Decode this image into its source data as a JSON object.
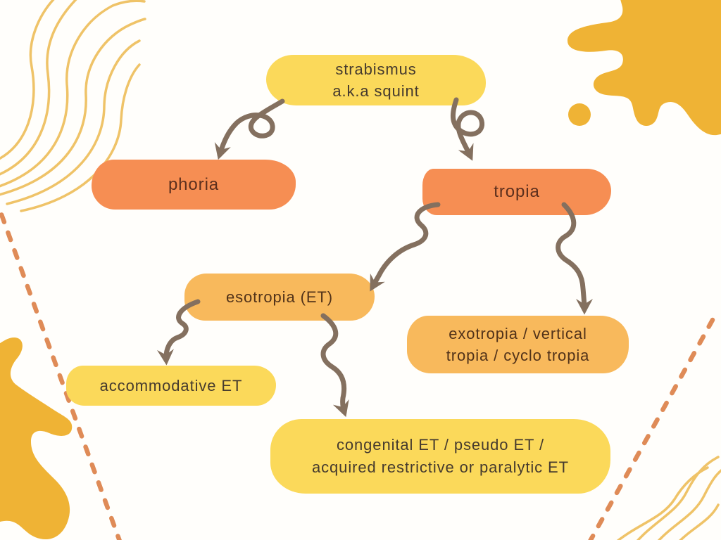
{
  "diagram": {
    "topic": "strabismus classification mind map",
    "nodes": {
      "strabismus": {
        "line1": "strabismus",
        "line2": "a.k.a squint",
        "fill": "#fbd95a"
      },
      "phoria": {
        "line1": "phoria",
        "fill": "#f68e53"
      },
      "tropia": {
        "line1": "tropia",
        "fill": "#f68e53"
      },
      "esotropia": {
        "line1": "esotropia (ET)",
        "fill": "#f8b95c"
      },
      "exotropia": {
        "line1": "exotropia / vertical",
        "line2": "tropia / cyclo tropia",
        "fill": "#f8b95c"
      },
      "accommodative": {
        "line1": "accommodative ET",
        "fill": "#fbd95a"
      },
      "congenital": {
        "line1": "congenital ET / pseudo ET /",
        "line2": "acquired restrictive or paralytic ET",
        "fill": "#fbd95a"
      }
    },
    "edges": [
      {
        "from": "strabismus",
        "to": "phoria",
        "style": "curled-arrow"
      },
      {
        "from": "strabismus",
        "to": "tropia",
        "style": "curled-arrow"
      },
      {
        "from": "tropia",
        "to": "esotropia",
        "style": "wavy-arrow"
      },
      {
        "from": "tropia",
        "to": "exotropia",
        "style": "wavy-arrow"
      },
      {
        "from": "esotropia",
        "to": "accommodative",
        "style": "wavy-arrow"
      },
      {
        "from": "esotropia",
        "to": "congenital",
        "style": "wavy-arrow"
      }
    ],
    "palette": {
      "background": "#fffefb",
      "node_yellow": "#fbd95a",
      "node_orange": "#f68e53",
      "node_amber": "#f8b95c",
      "arrow_brown": "#84705f",
      "dashed_line_orange": "#df8b57",
      "splat_gold": "#efb335",
      "wavy_line_gold": "#efc368",
      "text_dark": "#453a2e",
      "text_on_orange": "#5c2f1d"
    },
    "decorations": [
      "wavy-lines-top-left",
      "paint-splat-top-right",
      "paint-dot-top-right",
      "paint-splat-bottom-left",
      "dashed-line-left",
      "dashed-line-bottom-right",
      "wavy-lines-bottom-right"
    ]
  }
}
